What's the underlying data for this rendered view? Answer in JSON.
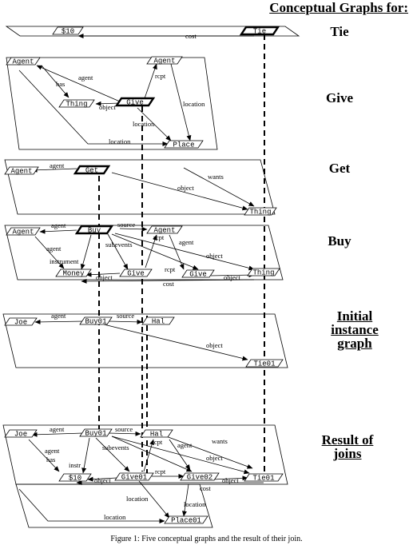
{
  "header": {
    "title": "Conceptual Graphs for:"
  },
  "sections": [
    {
      "label": "Tie"
    },
    {
      "label": "Give"
    },
    {
      "label": "Get"
    },
    {
      "label": "Buy"
    },
    {
      "label_lines": [
        "Initial",
        "instance",
        "graph"
      ]
    },
    {
      "label_lines": [
        "Result of",
        "joins"
      ]
    }
  ],
  "caption": "Figure 1: Five conceptual graphs and the result of their join.",
  "graphs": {
    "tie": {
      "nodes": [
        "$10",
        "Tie"
      ],
      "edges": [
        "cost"
      ]
    },
    "give": {
      "nodes": [
        "Agent",
        "Agent",
        "Thing",
        "Give",
        "Place"
      ],
      "edges": [
        "agent",
        "has",
        "object",
        "rcpt",
        "location",
        "location",
        "location"
      ]
    },
    "get": {
      "nodes": [
        "Agent",
        "Get",
        "Thing"
      ],
      "edges": [
        "agent",
        "wants",
        "object"
      ]
    },
    "buy": {
      "nodes": [
        "Agent",
        "Buy",
        "Agent",
        "Money",
        "Give",
        "Give",
        "Thing"
      ],
      "edges": [
        "agent",
        "source",
        "subevents",
        "rcpt",
        "agent",
        "agent",
        "instrument",
        "object",
        "rcpt",
        "object",
        "object",
        "cost"
      ]
    },
    "initial": {
      "nodes": [
        "Joe",
        "Buy01",
        "Hal",
        "Tie01"
      ],
      "edges": [
        "agent",
        "source",
        "object"
      ]
    },
    "result": {
      "nodes": [
        "Joe",
        "Buy01",
        "Hal",
        "$10",
        "Give01",
        "Give02",
        "Tie01",
        "Place01"
      ],
      "edges": [
        "agent",
        "source",
        "rcpt",
        "agent",
        "wants",
        "agent",
        "has",
        "instr",
        "subevents",
        "object",
        "rcpt",
        "object",
        "object",
        "cost",
        "location",
        "location",
        "location"
      ]
    }
  }
}
